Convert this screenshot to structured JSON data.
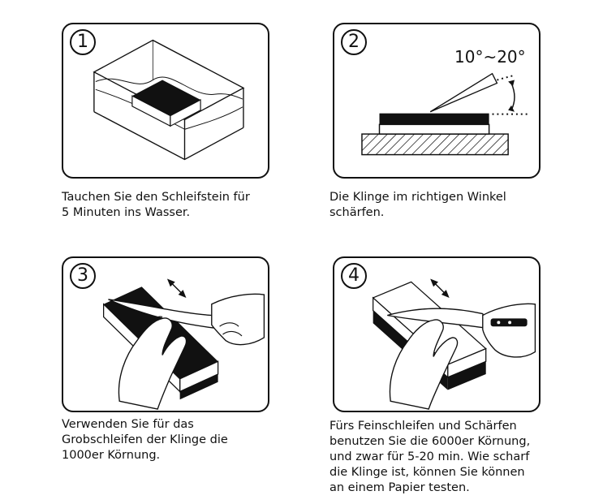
{
  "steps": [
    {
      "number": "1",
      "caption": "Tauchen Sie den Schleifstein für\n5 Minuten ins Wasser."
    },
    {
      "number": "2",
      "caption": "Die Klinge im richtigen Winkel\nschärfen.",
      "angle_label": "10°~20°"
    },
    {
      "number": "3",
      "caption": "Verwenden Sie für das\nGrobschleifen der Klinge die\n1000er Körnung."
    },
    {
      "number": "4",
      "caption": "Fürs Feinschleifen und Schärfen\nbenutzen Sie die 6000er Körnung,\nund zwar für 5-20 min. Wie scharf\ndie Klinge ist, können Sie können\nan einem Papier testen."
    }
  ]
}
